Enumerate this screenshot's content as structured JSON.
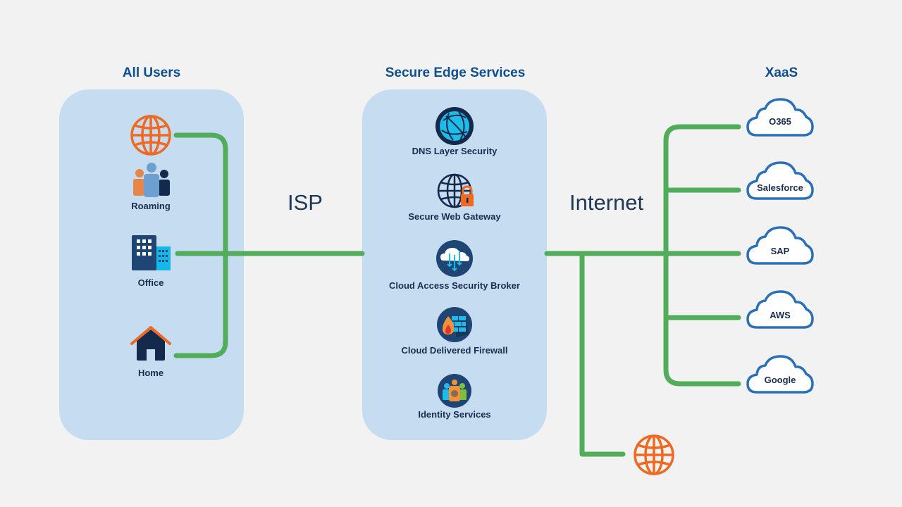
{
  "columns": {
    "users": {
      "title": "All Users"
    },
    "services": {
      "title": "Secure Edge Services"
    },
    "xaas": {
      "title": "XaaS"
    }
  },
  "users": [
    {
      "label": "Roaming",
      "icon": "roaming-users-icon"
    },
    {
      "label": "Office",
      "icon": "office-building-icon"
    },
    {
      "label": "Home",
      "icon": "home-icon"
    }
  ],
  "services": [
    {
      "label": "DNS Layer Security",
      "icon": "dns-globe-icon"
    },
    {
      "label": "Secure Web Gateway",
      "icon": "globe-lock-icon"
    },
    {
      "label": "Cloud Access Security Broker",
      "icon": "cloud-download-icon"
    },
    {
      "label": "Cloud Delivered Firewall",
      "icon": "firewall-icon"
    },
    {
      "label": "Identity Services",
      "icon": "identity-icon"
    }
  ],
  "xaas": [
    {
      "label": "O365"
    },
    {
      "label": "Salesforce"
    },
    {
      "label": "SAP"
    },
    {
      "label": "AWS"
    },
    {
      "label": "Google"
    }
  ],
  "links": {
    "isp_label": "ISP",
    "internet_label": "Internet"
  },
  "colors": {
    "panel": "#c6ddf1",
    "heading": "#0d4f8f",
    "line": "#52ad5a",
    "globe": "#ee6a22",
    "navy": "#1b3a63",
    "cloud_stroke": "#2a70b9",
    "cyan": "#1ebce8"
  }
}
